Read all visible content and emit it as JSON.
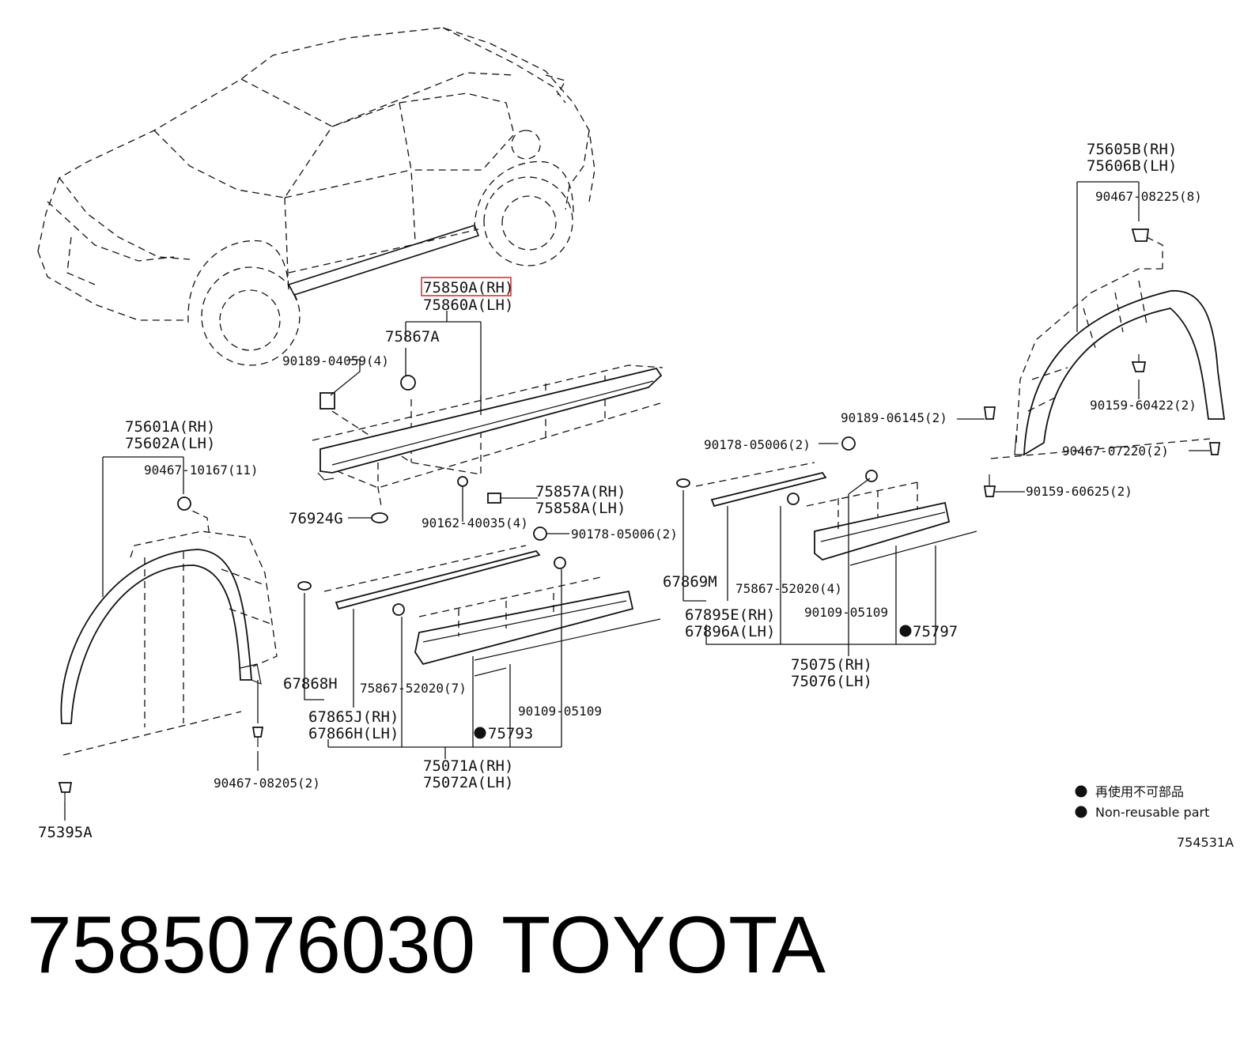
{
  "labels": {
    "l75850a": "75850A(RH)",
    "l75860a": "75860A(LH)",
    "l75867a": "75867A",
    "l90189_04059": "90189-04059(4)",
    "l75601a": "75601A(RH)",
    "l75602a": "75602A(LH)",
    "l90467_10167": "90467-10167(11)",
    "l76924g": "76924G",
    "l90162": "90162-40035(4)",
    "l75857a": "75857A(RH)",
    "l75858a": "75858A(LH)",
    "l90178_a": "90178-05006(2)",
    "l67868h": "67868H",
    "l75867_52020_7": "75867-52020(7)",
    "l67865j": "67865J(RH)",
    "l67866h": "67866H(LH)",
    "l90109_a": "90109-05109",
    "l75793": "75793",
    "l75071a": "75071A(RH)",
    "l75072a": "75072A(LH)",
    "l90467_08205": "90467-08205(2)",
    "l75395a": "75395A",
    "l75605b": "75605B(RH)",
    "l75606b": "75606B(LH)",
    "l90467_08225": "90467-08225(8)",
    "l90159_60422": "90159-60422(2)",
    "l90189_06145": "90189-06145(2)",
    "l90178_b": "90178-05006(2)",
    "l90467_07220": "90467-07220(2)",
    "l90159_60625": "90159-60625(2)",
    "l67869m": "67869M",
    "l75867_52020_4": "75867-52020(4)",
    "l67895e": "67895E(RH)",
    "l67896a": "67896A(LH)",
    "l90109_b": "90109-05109",
    "l75797": "75797",
    "l75075": "75075(RH)",
    "l75076": "75076(LH)"
  },
  "legend": {
    "jp": "再使用不可部品",
    "en": "Non-reusable part"
  },
  "figure_id": "754531A",
  "title": {
    "part_number": "7585076030",
    "brand": "TOYOTA"
  },
  "colors": {
    "highlight": "#e03030",
    "ink": "#111111"
  }
}
